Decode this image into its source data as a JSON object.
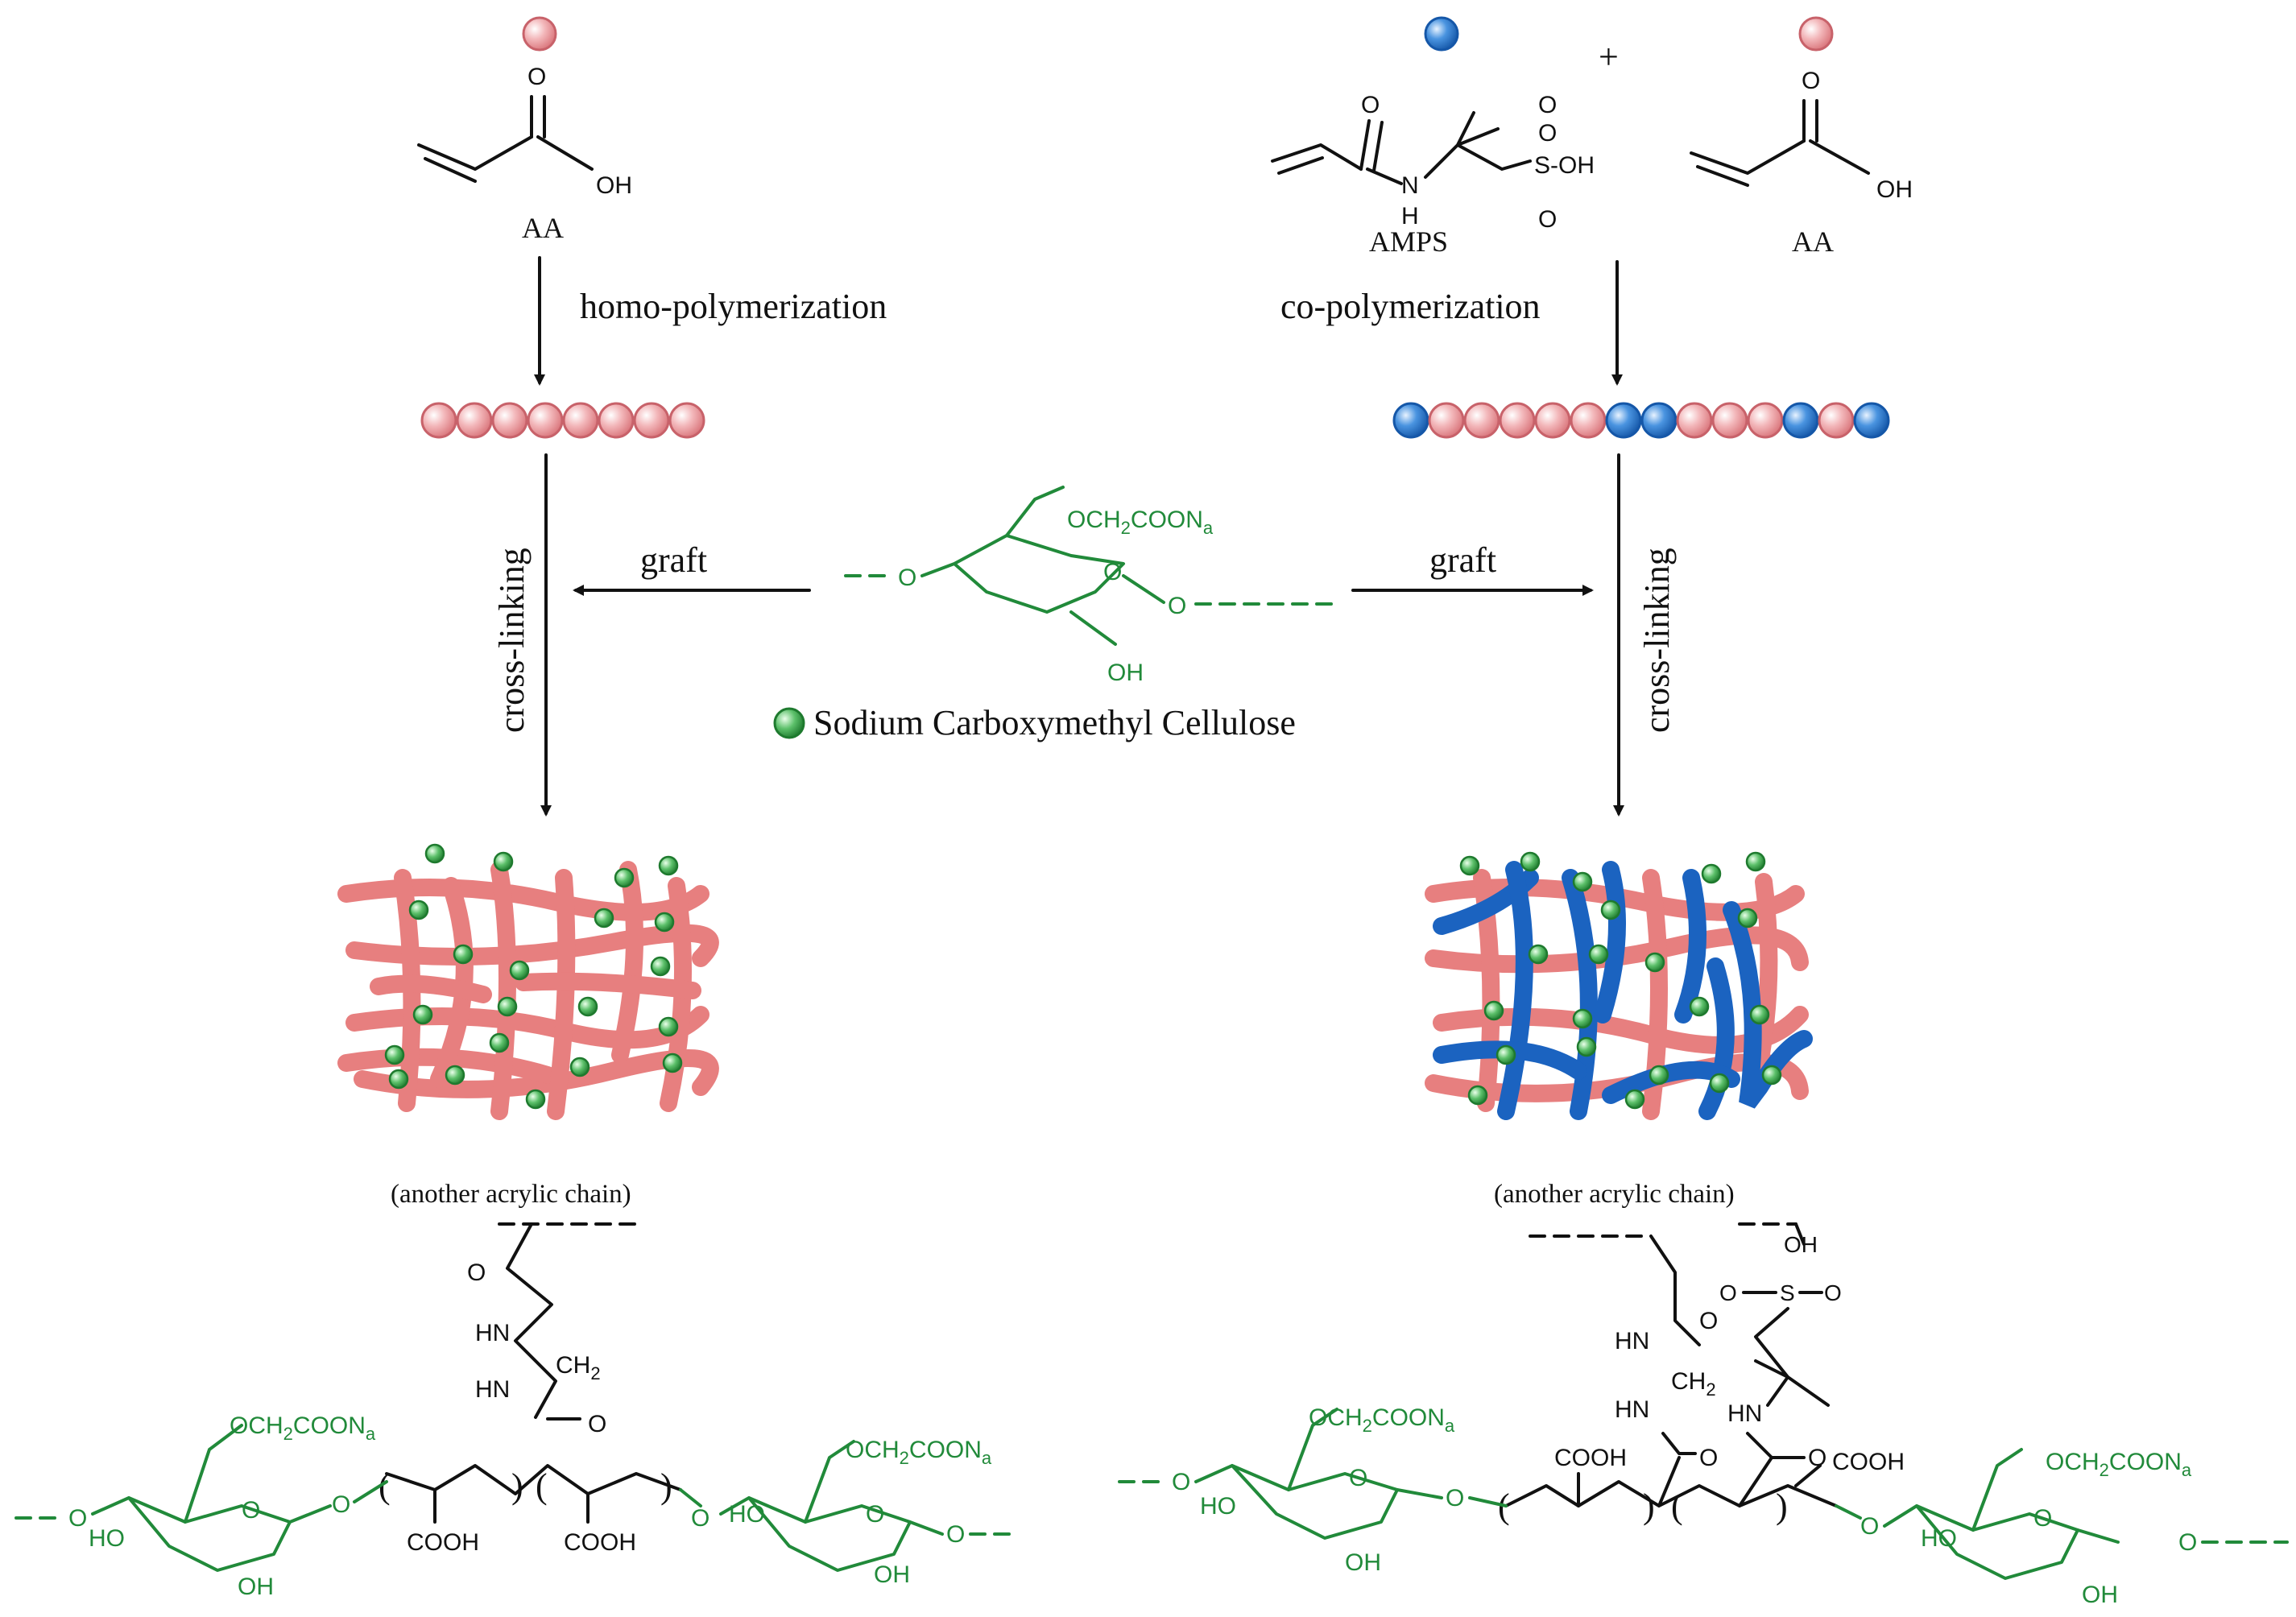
{
  "labels": {
    "aa_left": "AA",
    "aa_right": "AA",
    "amps": "AMPS",
    "homo": "homo-polymerization",
    "co": "co-polymerization",
    "crosslink_left": "cross-linking",
    "crosslink_right": "cross-linking",
    "graft_left": "graft",
    "graft_right": "graft",
    "legend": "Sodium Carboxymethyl Cellulose",
    "another_left": "(another acrylic chain)",
    "another_right": "(another acrylic chain)",
    "plus": "+"
  },
  "atoms": {
    "o": "O",
    "oh": "OH",
    "h": "H",
    "n": "N",
    "s": "S",
    "so3_oh": "S-OH",
    "ho": "HO",
    "hn": "HN",
    "ch2": "CH",
    "sub2": "2",
    "cooh": "COOH",
    "och2": "OCH",
    "coona": "COON",
    "na_sub": "a",
    "dash_o": "O"
  },
  "colors": {
    "pink_monomer": "#e99a9e",
    "blue_monomer": "#2a78cf",
    "green_cmc": "#218a3a",
    "pink_fiber": "#e77f7f",
    "blue_fiber": "#1b63c0"
  },
  "chains": {
    "homo": [
      "p",
      "p",
      "p",
      "p",
      "p",
      "p",
      "p",
      "p"
    ],
    "co": [
      "b",
      "p",
      "p",
      "p",
      "p",
      "p",
      "b",
      "b",
      "p",
      "p",
      "p",
      "b",
      "p",
      "b"
    ]
  }
}
